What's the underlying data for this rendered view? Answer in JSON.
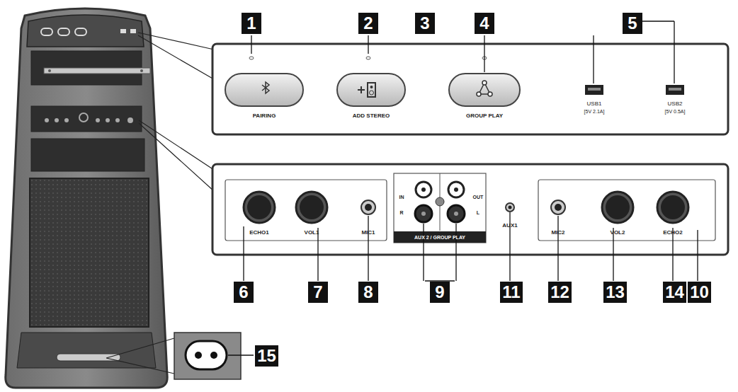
{
  "diagram": {
    "nodes": [
      {
        "text": [
          "1"
        ]
      },
      {
        "text": [
          "2"
        ]
      },
      {
        "text": [
          "3"
        ]
      },
      {
        "text": [
          "4"
        ]
      },
      {
        "text": [
          "5"
        ]
      },
      {
        "text": [
          "6"
        ]
      },
      {
        "text": [
          "7"
        ]
      },
      {
        "text": [
          "8"
        ]
      },
      {
        "text": [
          "9"
        ]
      },
      {
        "text": [
          "11"
        ]
      },
      {
        "text": [
          "12"
        ]
      },
      {
        "text": [
          "13"
        ]
      },
      {
        "text": [
          "14"
        ]
      },
      {
        "text": [
          "10"
        ]
      },
      {
        "text": [
          "15"
        ]
      }
    ],
    "labels": [
      "PAIRING",
      "ADD STEREO",
      "GROUP PLAY",
      "USB1",
      "[5V 2.1A]",
      "USB2",
      "[5V 0.5A]",
      "ECHO1",
      "VOL1",
      "MIC1",
      "IN",
      "OUT",
      "R",
      "L",
      "AUX 2 / GROUP PLAY",
      "AUX1",
      "MIC2",
      "VOL2",
      "ECHO2"
    ]
  }
}
